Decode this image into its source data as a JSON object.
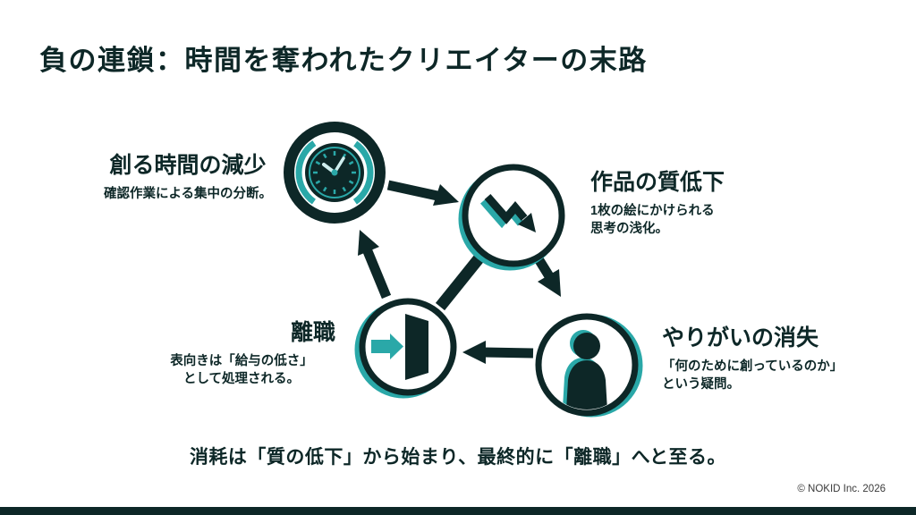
{
  "slide": {
    "title": "負の連鎖：時間を奪われたクリエイターの末路",
    "conclusion": "消耗は「質の低下」から始まり、最終的に「離職」へと至る。",
    "copyright": "© NOKID Inc. 2026"
  },
  "cycle": {
    "nodes": [
      {
        "id": "time-loss",
        "label": "創る時間の減少",
        "description": "確認作業による集中の分断。",
        "icon": "clock-icon"
      },
      {
        "id": "quality-drop",
        "label": "作品の質低下",
        "description": "1枚の絵にかけられる\n思考の浅化。",
        "icon": "declining-zigzag-arrow-icon"
      },
      {
        "id": "motivation-loss",
        "label": "やりがいの消失",
        "description": "「何のために創っているのか」\nという疑問。",
        "icon": "person-silhouette-icon"
      },
      {
        "id": "resignation",
        "label": "離職",
        "description": "表向きは「給与の低さ」\nとして処理される。",
        "icon": "exit-door-icon"
      }
    ],
    "flow": [
      "time-loss → quality-drop",
      "quality-drop → motivation-loss",
      "motivation-loss → resignation",
      "resignation → time-loss",
      "quality-drop — resignation"
    ]
  },
  "colors": {
    "ink": "#0d2727",
    "accent": "#2aa8a8",
    "background": "#ffffff"
  }
}
